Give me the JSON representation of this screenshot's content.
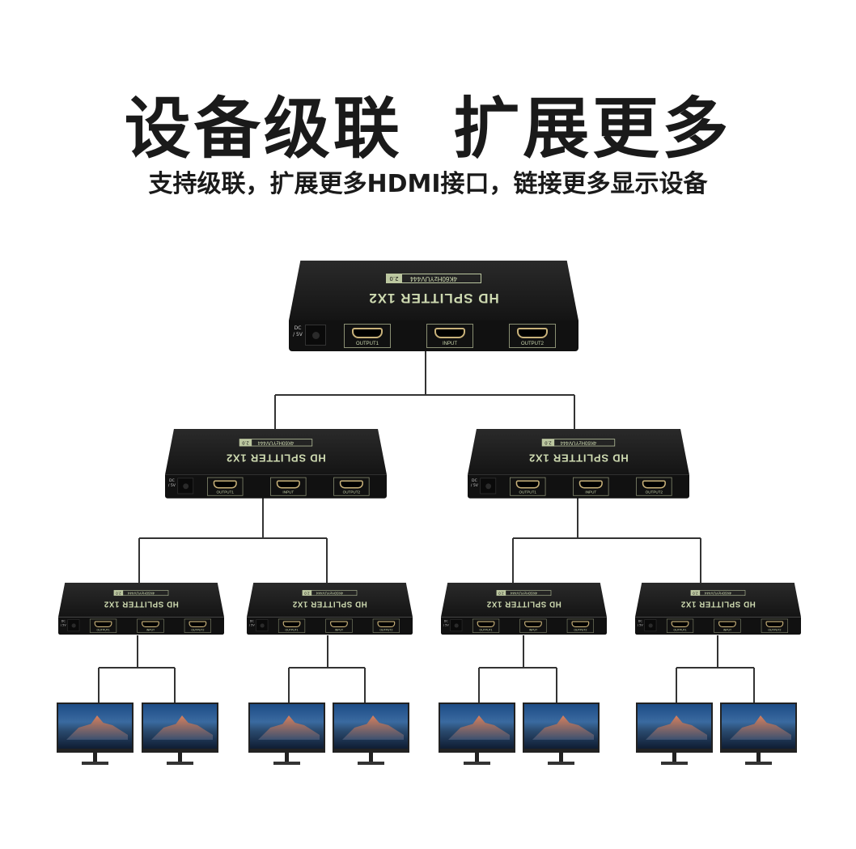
{
  "header": {
    "title": "设备级联  扩展更多",
    "subtitle": "支持级联，扩展更多HDMI接口，链接更多显示设备"
  },
  "device": {
    "name": "HD SPLITTER  1X2",
    "spec": "4K60HzYUV444",
    "version": "2.0",
    "power": "DC / 5V",
    "ports": [
      "OUTPUT1",
      "INPUT",
      "OUTPUT2"
    ]
  },
  "colors": {
    "device": "#141414",
    "label": "#cdd9b0",
    "line": "#333333"
  }
}
